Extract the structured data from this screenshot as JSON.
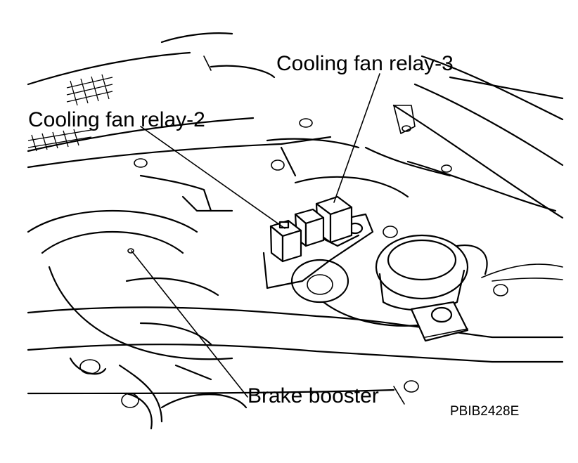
{
  "labels": {
    "relay3": "Cooling fan relay-3",
    "relay2": "Cooling fan relay-2",
    "booster": "Brake booster"
  },
  "figure_code": "PBIB2428E"
}
